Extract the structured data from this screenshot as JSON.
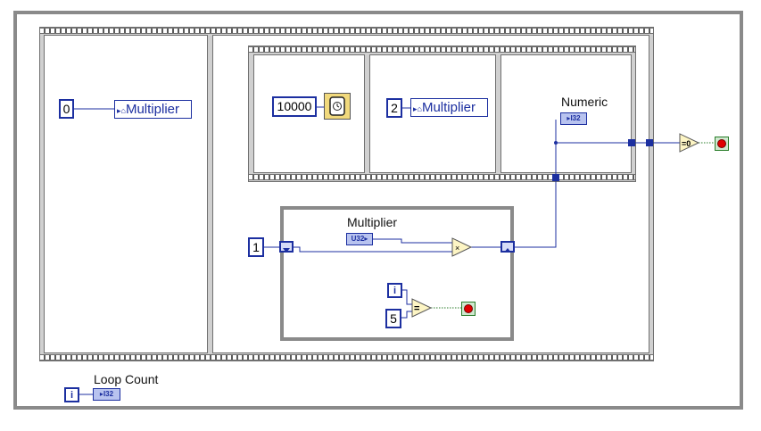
{
  "constants": {
    "zero": "0",
    "wait_ms": "10000",
    "two": "2",
    "one": "1",
    "five": "5"
  },
  "locals": {
    "write_a": "Multiplier",
    "write_b": "Multiplier"
  },
  "labels": {
    "numeric": "Numeric",
    "multiplier": "Multiplier",
    "loop_count": "Loop Count"
  },
  "indicators": {
    "numeric_type": "I32",
    "multiplier_type": "U32",
    "loop_count_type": "I32"
  },
  "iteration_glyph": "i",
  "primitives": {
    "multiply": "×",
    "equal": "=",
    "equal_zero": "=0"
  },
  "colors": {
    "wire_blue": "#1c2fa0",
    "loop_border": "#8a8a8a",
    "stop_red": "#e00000",
    "stop_green": "#2a7d2a",
    "primitive_fill": "#fdf5c4"
  }
}
